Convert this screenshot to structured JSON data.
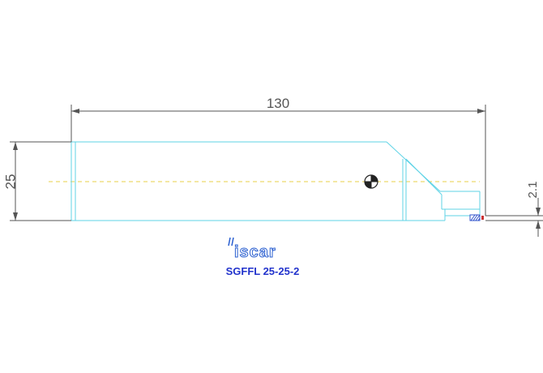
{
  "drawing": {
    "length_dimension": "130",
    "height_dimension": "25",
    "depth_dimension": "2.1",
    "brand_logo": "iscar",
    "part_number": "SGFFL 25-25-2",
    "colors": {
      "tool_outline": "#5fd3e6",
      "dimension_lines": "#555555",
      "center_line": "#e8d24a",
      "part_number": "#2233cc",
      "logo": "#2a5fd0",
      "insert_hatch": "#3355cc",
      "insert_tip": "#cc3333"
    },
    "icons": [
      "centerline-crosshair-icon",
      "iscar-logo"
    ]
  }
}
